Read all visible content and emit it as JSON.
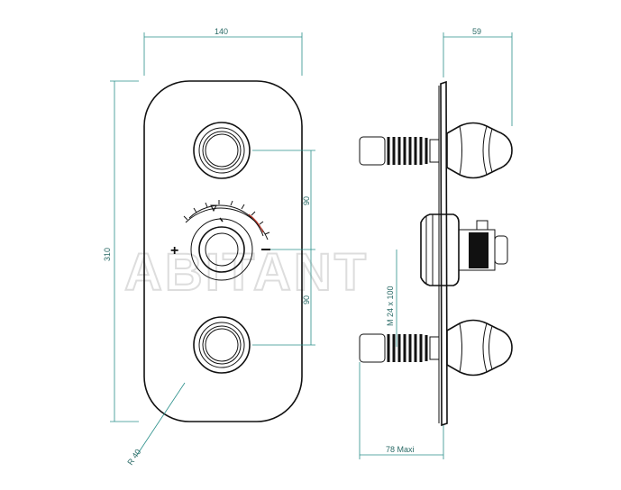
{
  "dimensions": {
    "front_width": "140",
    "front_height": "310",
    "spacing_upper": "90",
    "spacing_lower": "90",
    "corner_radius": "R 40",
    "side_depth": "59",
    "thread": "M 24 x 100",
    "max_depth": "78 Maxi"
  },
  "watermark": "ABITANT",
  "symbols": {
    "plus": "+",
    "minus": "-"
  },
  "colors": {
    "dimension_lines": "#2a8f8a",
    "outline": "#111111",
    "watermark": "#cfcfcf"
  }
}
